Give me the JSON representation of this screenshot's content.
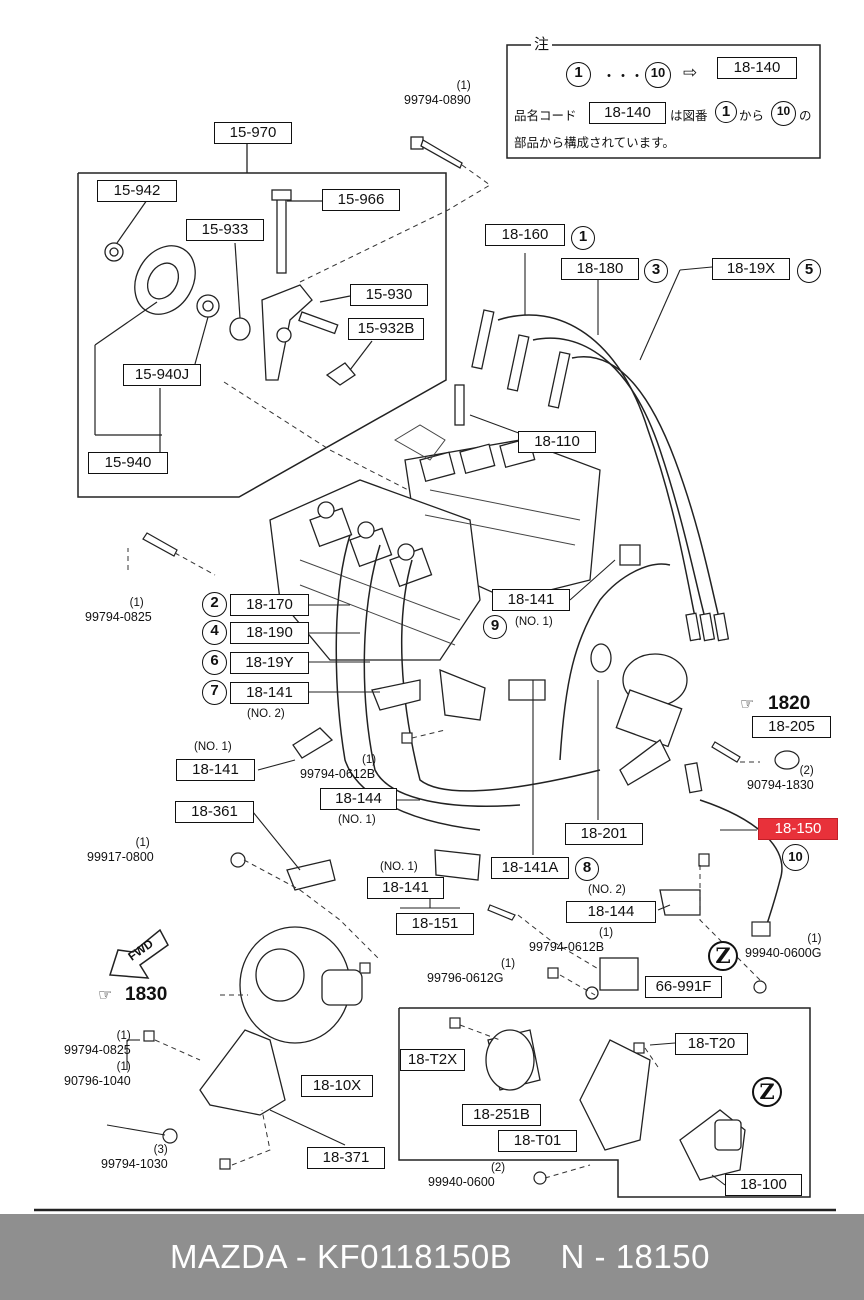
{
  "note": {
    "title": "注",
    "range_start": "1",
    "range_dots": "・・・",
    "range_end": "10",
    "arrow": "⇨",
    "assembly": "18-140",
    "line1_prefix": "品名コード",
    "line1_code": "18-140",
    "line1_mid": "は図番",
    "line1_from": "1",
    "line1_kara": "から",
    "line1_to": "10",
    "line1_suffix": "の",
    "line2": "部品から構成されています。"
  },
  "labels": {
    "l15970": "15-970",
    "l15942": "15-942",
    "l15966": "15-966",
    "l15933": "15-933",
    "l15930": "15-930",
    "l15932b": "15-932B",
    "l15940j": "15-940J",
    "l15940": "15-940",
    "l18160": "18-160",
    "l18180": "18-180",
    "l1819x": "18-19X",
    "l18110": "18-110",
    "l18141_9": "18-141",
    "l18170": "18-170",
    "l18190": "18-190",
    "l1819y": "18-19Y",
    "l18141_7": "18-141",
    "l18205": "18-205",
    "l18141_a": "18-141",
    "l18144_1": "18-144",
    "l18201": "18-201",
    "l18150": "18-150",
    "l18361": "18-361",
    "l18141_b": "18-141",
    "l18151": "18-151",
    "l18141a": "18-141A",
    "l18144_2": "18-144",
    "l66991f": "66-991F",
    "l18t2x": "18-T2X",
    "l18t20": "18-T20",
    "l1810x": "18-10X",
    "l18251b": "18-251B",
    "l18t01": "18-T01",
    "l18371": "18-371",
    "l18100": "18-100"
  },
  "circled": {
    "c1": "1",
    "c3": "3",
    "c5": "5",
    "c9": "9",
    "c2": "2",
    "c4": "4",
    "c6": "6",
    "c7": "7",
    "c8": "8",
    "c10": "10"
  },
  "notes": {
    "no1_a": "(NO. 1)",
    "no2_a": "(NO. 2)",
    "no1_b": "(NO. 1)",
    "no1_c": "(NO. 1)",
    "no1_d": "(NO. 1)",
    "no2_b": "(NO. 2)"
  },
  "parts": {
    "p1": {
      "qty": "(1)",
      "code": "99794-0890"
    },
    "p2": {
      "qty": "(1)",
      "code": "99794-0825"
    },
    "p3": {
      "qty": "(1)",
      "code": "99794-0612B"
    },
    "p4": {
      "qty": "(2)",
      "code": "90794-1830"
    },
    "p5": {
      "qty": "(1)",
      "code": "99917-0800"
    },
    "p6": {
      "qty": "(1)",
      "code": "99794-0612B"
    },
    "p7": {
      "qty": "(1)",
      "code": "99940-0600G"
    },
    "p8": {
      "qty": "(1)",
      "code": "99796-0612G"
    },
    "p9": {
      "qty": "(1)",
      "code": "99794-0825"
    },
    "p10": {
      "qty": "(1)",
      "code": "90796-1040"
    },
    "p11": {
      "qty": "(3)",
      "code": "99794-1030"
    },
    "p12": {
      "qty": "(2)",
      "code": "99940-0600"
    }
  },
  "refs": {
    "r1820": "1820",
    "r1830": "1830",
    "fwd": "FWD",
    "z": "Z"
  },
  "footer": {
    "text": "MAZDA - KF0118150B     N - 18150"
  }
}
